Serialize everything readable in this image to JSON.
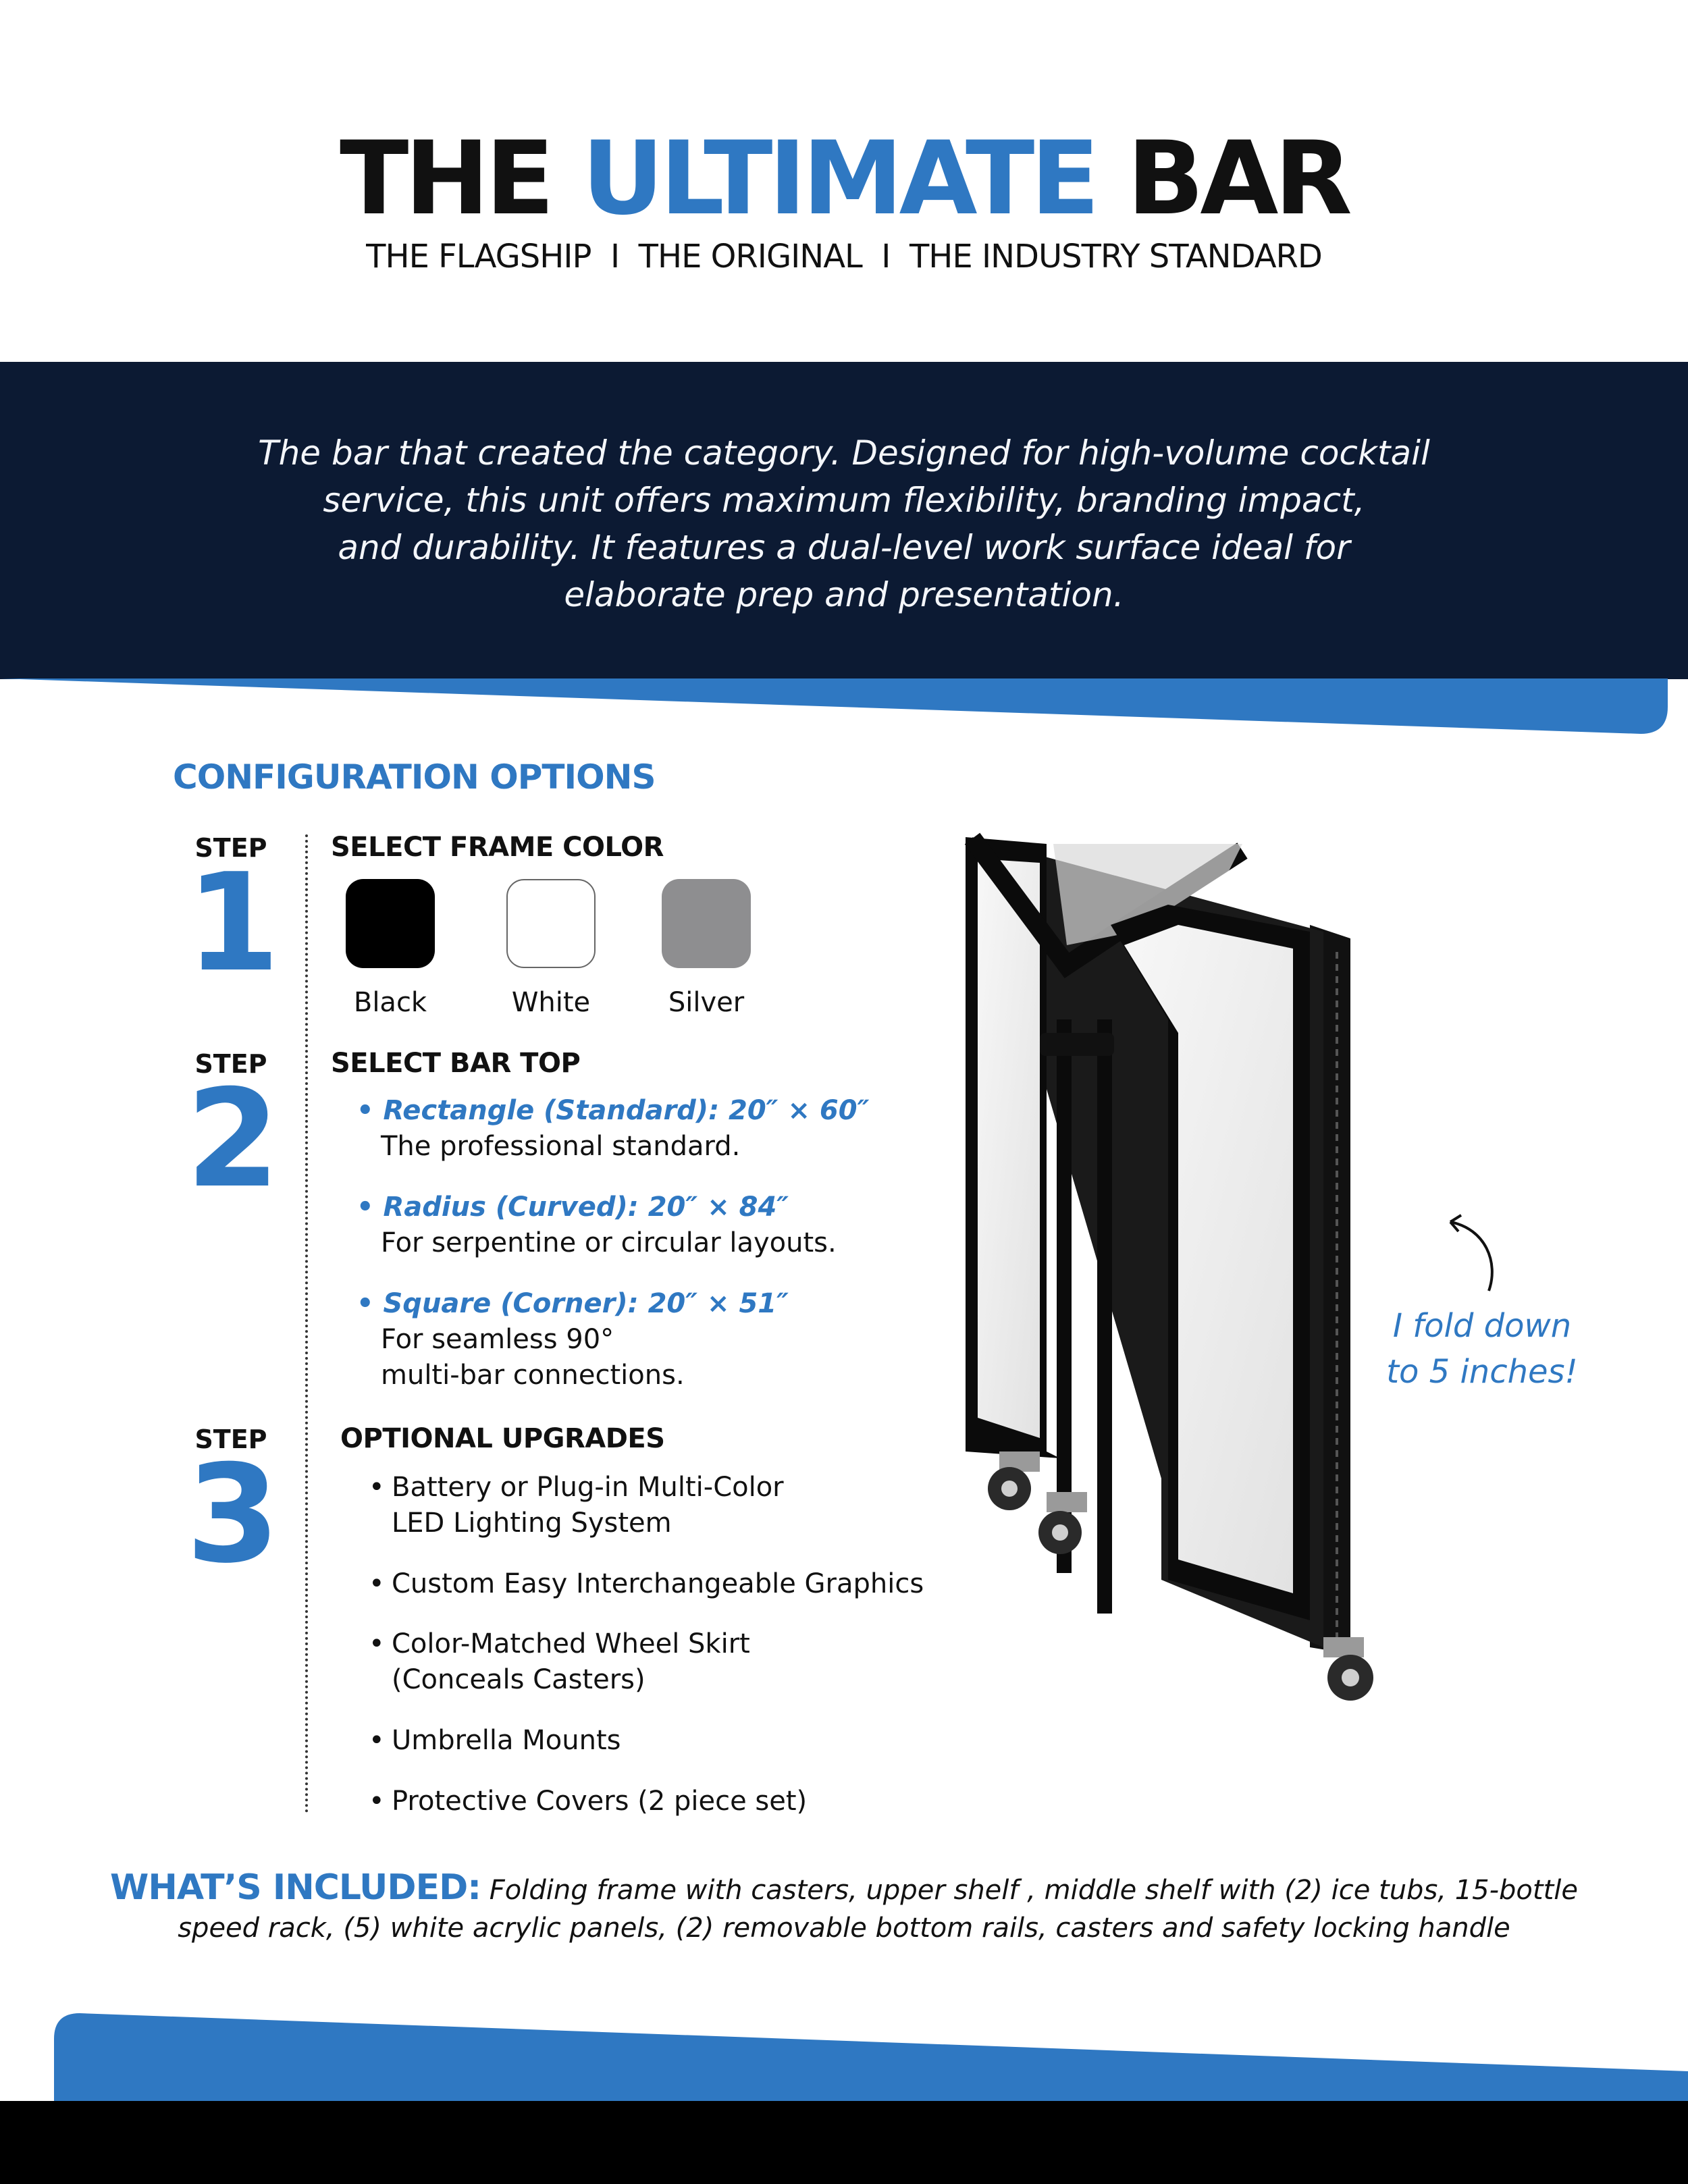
{
  "header": {
    "title_part1": "THE ",
    "title_accent": "ULTIMATE",
    "title_part2": " BAR",
    "subtitle": "THE FLAGSHIP  I  THE ORIGINAL  I  THE INDUSTRY STANDARD"
  },
  "hero": {
    "line1": "The bar that created the category. Designed for high-volume cocktail",
    "line2": "service, this unit offers maximum flexibility, branding impact,",
    "line3": "and durability. It features a dual-level work surface ideal for",
    "line4": "elaborate prep and presentation."
  },
  "config": {
    "heading": "CONFIGURATION OPTIONS",
    "step_label": "STEP",
    "step1": {
      "number": "1",
      "heading": "SELECT FRAME COLOR",
      "colors": [
        {
          "label": "Black",
          "hex": "#000000"
        },
        {
          "label": "White",
          "hex": "#ffffff"
        },
        {
          "label": "Silver",
          "hex": "#8e8e90"
        }
      ]
    },
    "step2": {
      "number": "2",
      "heading": "SELECT BAR TOP",
      "options": [
        {
          "title": "Rectangle (Standard): 20″ × 60″",
          "desc1": "The professional standard.",
          "desc2": ""
        },
        {
          "title": "Radius (Curved): 20″ × 84″",
          "desc1": "For serpentine or circular layouts.",
          "desc2": ""
        },
        {
          "title": "Square (Corner): 20″ × 51″",
          "desc1": "For seamless 90°",
          "desc2": "multi-bar connections."
        }
      ]
    },
    "step3": {
      "number": "3",
      "heading": "OPTIONAL UPGRADES",
      "upgrades": [
        {
          "line1": "Battery or Plug-in Multi-Color",
          "line2": "LED Lighting System"
        },
        {
          "line1": "Custom Easy Interchangeable Graphics",
          "line2": ""
        },
        {
          "line1": "Color-Matched Wheel Skirt",
          "line2": "(Conceals Casters)"
        },
        {
          "line1": "Umbrella Mounts",
          "line2": ""
        },
        {
          "line1": "Protective Covers (2 piece set)",
          "line2": ""
        }
      ]
    }
  },
  "fold_note": {
    "line1": "I fold down",
    "line2": "to 5 inches!"
  },
  "included": {
    "label": "WHAT’S INCLUDED:",
    "line1": "Folding frame with casters, upper shelf , middle shelf with (2) ice tubs, 15-bottle",
    "line2": "speed rack, (5) white acrylic panels, (2) removable bottom rails, casters and safety locking handle"
  },
  "colors": {
    "accent_blue": "#2f78c2",
    "navy": "#0c1a33",
    "black": "#000000"
  }
}
